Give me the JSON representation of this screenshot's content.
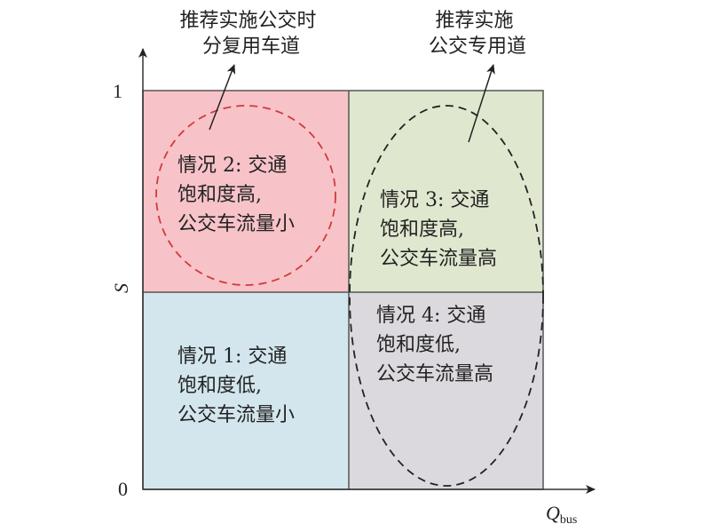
{
  "axes": {
    "y_label": "S",
    "x_label": "Q",
    "x_label_sub": "bus",
    "y_tick_top": "1",
    "y_tick_zero": "0"
  },
  "quadrants": {
    "q1": {
      "lines": [
        "情况 1: 交通",
        "饱和度低,",
        "公交车流量小"
      ],
      "fill": "#d3e6ee"
    },
    "q2": {
      "lines": [
        "情况 2: 交通",
        "饱和度高,",
        "公交车流量小"
      ],
      "fill": "#f7c3c8"
    },
    "q3": {
      "lines": [
        "情况 3: 交通",
        "饱和度高,",
        "公交车流量高"
      ],
      "fill": "#dfe8cf"
    },
    "q4": {
      "lines": [
        "情况 4: 交通",
        "饱和度低,",
        "公交车流量高"
      ],
      "fill": "#dcd9de"
    }
  },
  "callouts": {
    "left": {
      "lines": [
        "推荐实施公交时",
        "分复用车道"
      ]
    },
    "right": {
      "lines": [
        "推荐实施",
        "公交专用道"
      ]
    }
  },
  "colors": {
    "border": "#555555",
    "axis": "#333333",
    "red_dash": "#d23a3a",
    "black_dash": "#222222"
  }
}
